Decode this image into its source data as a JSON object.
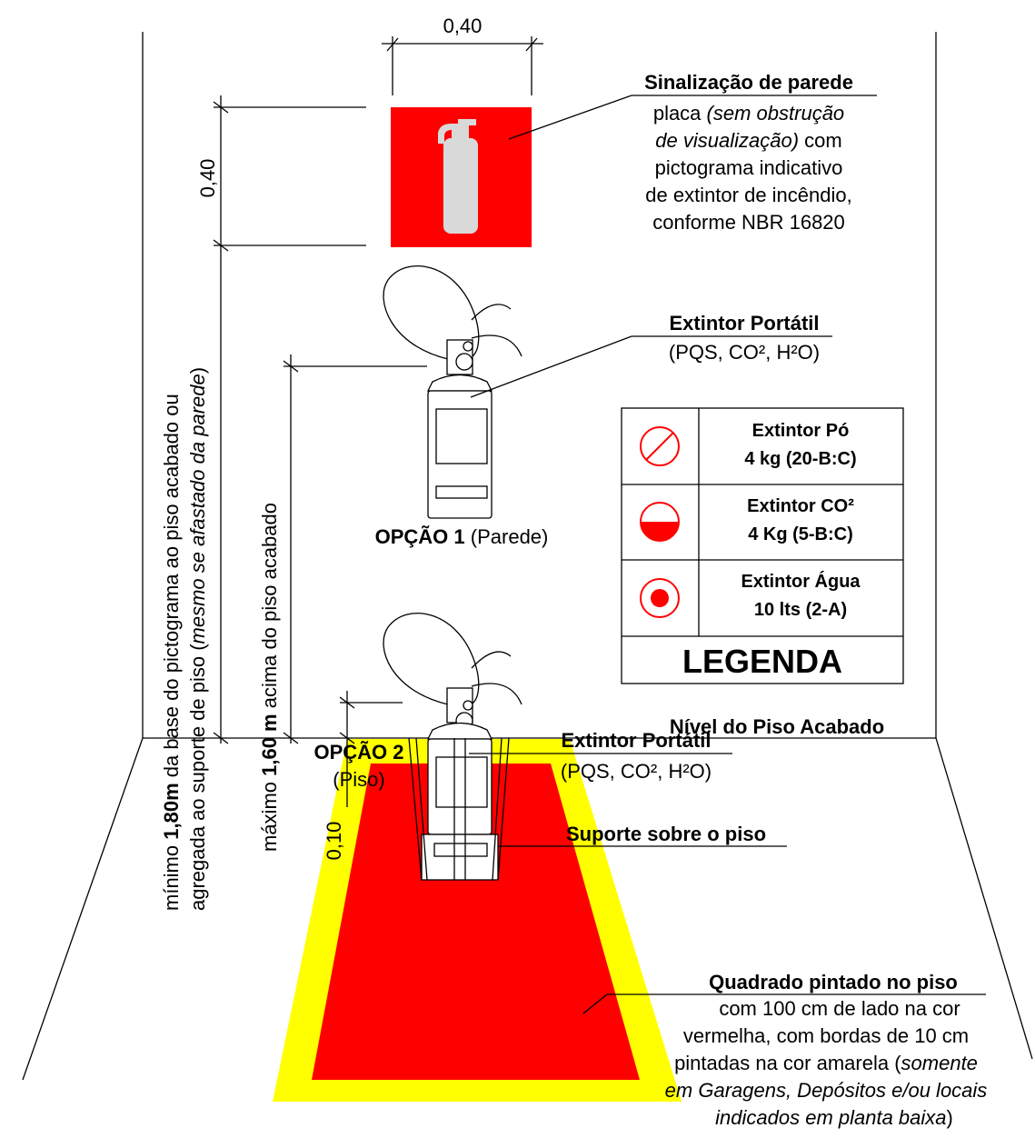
{
  "dimensions": {
    "sign_width": "0,40",
    "sign_height": "0,40",
    "support_height": "0,10"
  },
  "wall_sign": {
    "title": "Sinalização de parede",
    "line1": "placa",
    "line1_italic": "(sem obstrução",
    "line2_italic": "de visualização)",
    "line2": " com",
    "line3": "pictograma indicativo",
    "line4": "de extintor de incêndio,",
    "line5": "conforme NBR 16820"
  },
  "extinguisher_1": {
    "title": "Extintor Portátil",
    "types": "(PQS, CO², H²O)",
    "option_bold": "OPÇÃO 1",
    "option_rest": " (Parede)"
  },
  "extinguisher_2": {
    "title": "Extintor Portátil",
    "types": "(PQS, CO², H²O)",
    "option_bold": "OPÇÃO 2",
    "option_rest": "(Piso)"
  },
  "support_label": "Suporte sobre o piso",
  "floor_level_label": "Nível do Piso Acabado",
  "floor_square": {
    "title": "Quadrado pintado no piso",
    "line1": "com 100 cm de lado na cor",
    "line2": "vermelha, com bordas de 10 cm",
    "line3": "pintadas na cor amarela (",
    "line3_italic": "somente",
    "line4_italic": "em Garagens, Depósitos e/ou locais",
    "line5_italic": "indicados em planta baixa",
    "line5_end": ")"
  },
  "vertical_texts": {
    "min_prefix": "mínimo ",
    "min_bold": "1,80m",
    "min_suffix": " da base do pictograma ao piso acabado ou",
    "min2_prefix": "agregada ao suporte de piso (",
    "min2_italic": "mesmo se afastado da parede",
    "min2_suffix": ")",
    "max_prefix": "máximo ",
    "max_bold": "1,60 m",
    "max_suffix": " acima do piso acabado"
  },
  "legend": {
    "title": "LEGENDA",
    "items": [
      {
        "icon": "slashed-circle-icon",
        "line1": "Extintor Pó",
        "line2": "4 kg (20-B:C)"
      },
      {
        "icon": "half-filled-circle-icon",
        "line1": "Extintor CO²",
        "line2": "4 Kg (5-B:C)"
      },
      {
        "icon": "dot-circle-icon",
        "line1": "Extintor Água",
        "line2": "10 lts (2-A)"
      }
    ]
  },
  "colors": {
    "red": "#ff0000",
    "yellow": "#ffff00",
    "pictogram": "#d9d9d9",
    "line": "#000000"
  }
}
